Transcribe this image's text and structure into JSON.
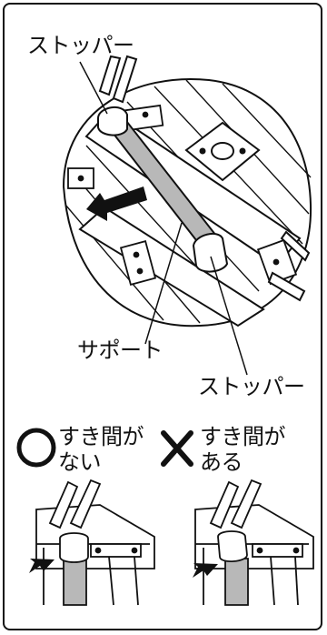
{
  "labels": {
    "stopper_top": "ストッパー",
    "support": "サポート",
    "stopper_bottom": "ストッパー"
  },
  "legend": {
    "good_symbol": "○",
    "good_line1": "すき間が",
    "good_line2": "ない",
    "bad_symbol": "×",
    "bad_line1": "すき間が",
    "bad_line2": "ある"
  }
}
